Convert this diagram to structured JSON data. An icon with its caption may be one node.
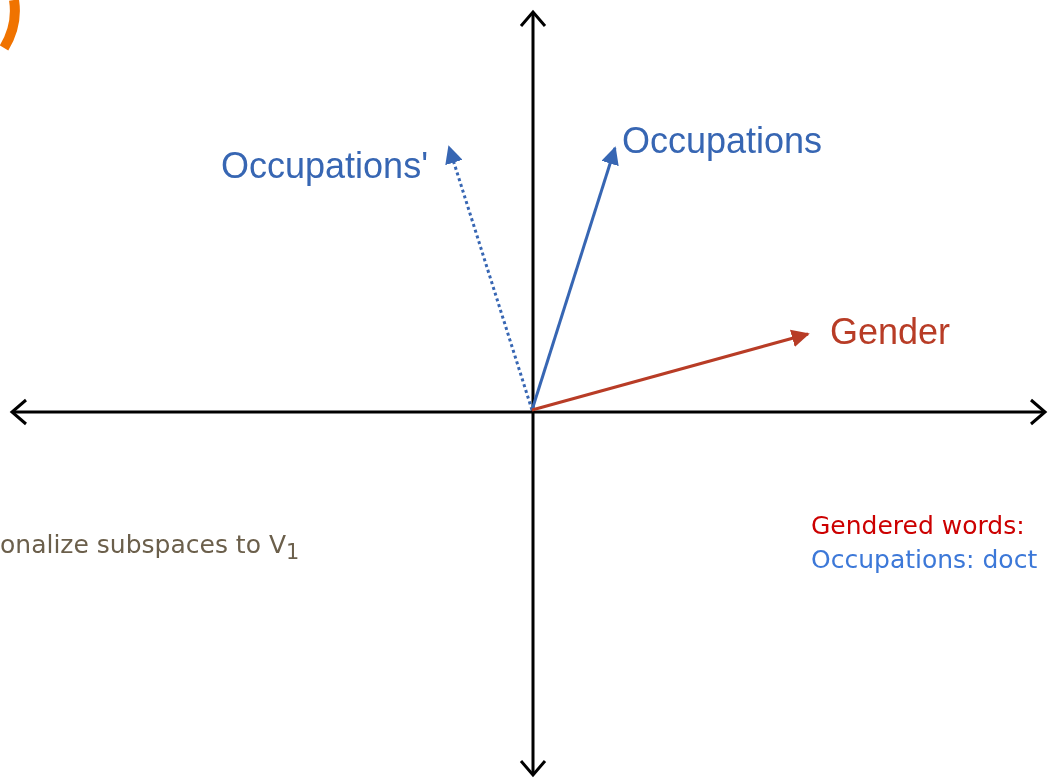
{
  "diagram": {
    "nodes": [
      {
        "text": [
          "Occupations'"
        ]
      },
      {
        "text": [
          "Occupations"
        ]
      },
      {
        "text": [
          "Gender"
        ]
      }
    ],
    "edges": [
      {
        "from": null,
        "to": 0,
        "arrow": "to",
        "style": "dashed"
      },
      {
        "from": null,
        "to": 1,
        "arrow": "to"
      },
      {
        "from": null,
        "to": 2,
        "arrow": "to",
        "color": "#b83c26"
      }
    ],
    "labels": [
      "onalize subspaces to V$_{1}$",
      "Gendered words:",
      "Occupations: doct"
    ]
  }
}
